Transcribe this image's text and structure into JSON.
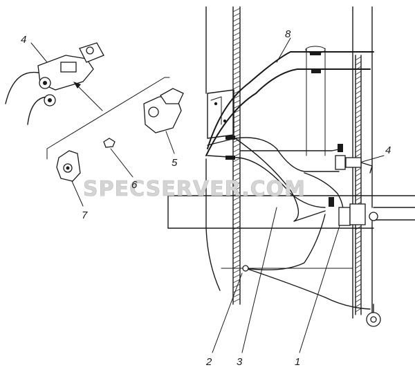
{
  "diagram": {
    "watermark": "SPECSERVER.COM",
    "callouts": [
      {
        "id": "c1",
        "label": "1"
      },
      {
        "id": "c2",
        "label": "2"
      },
      {
        "id": "c3",
        "label": "3"
      },
      {
        "id": "c4a",
        "label": "4"
      },
      {
        "id": "c4b",
        "label": "4"
      },
      {
        "id": "c5",
        "label": "5"
      },
      {
        "id": "c6",
        "label": "6"
      },
      {
        "id": "c7",
        "label": "7"
      },
      {
        "id": "c8",
        "label": "8"
      }
    ]
  }
}
